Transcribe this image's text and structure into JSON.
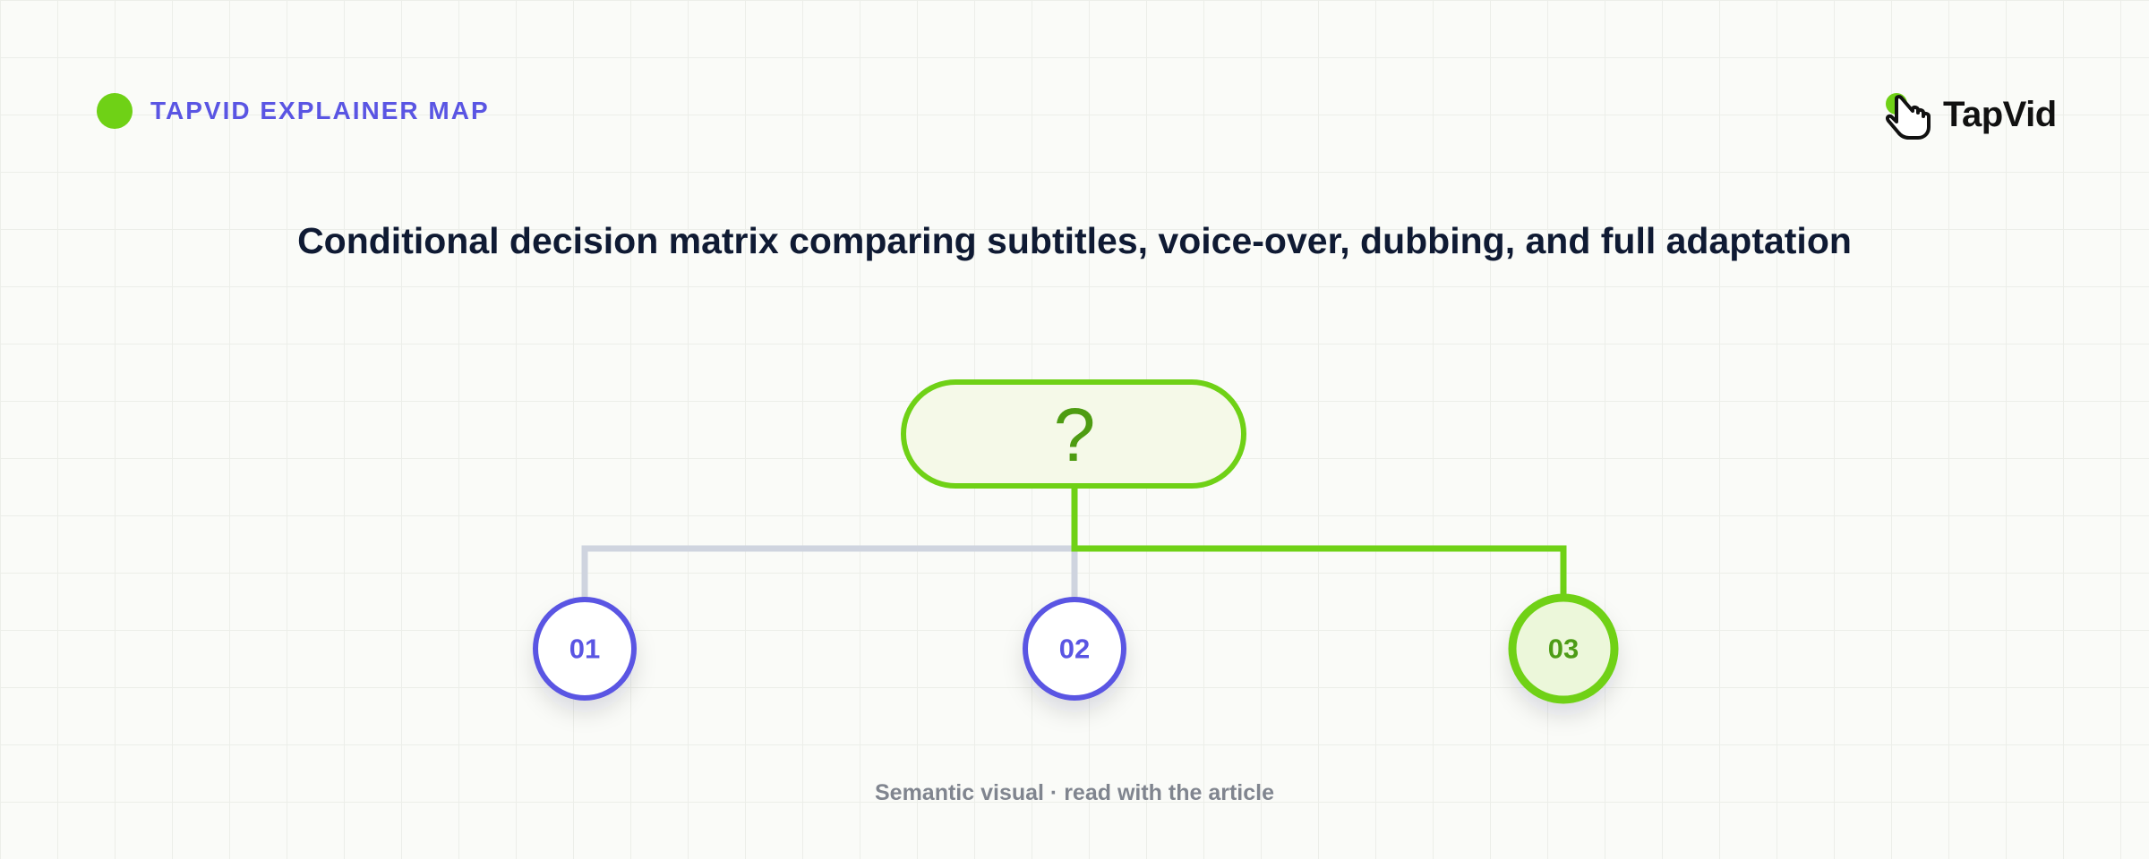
{
  "header": {
    "label": "TAPVID EXPLAINER MAP",
    "logo_text": "TapVid"
  },
  "title": "Conditional decision matrix comparing subtitles, voice-over, dubbing, and full adaptation",
  "diagram": {
    "root": {
      "label": "?"
    },
    "options": [
      {
        "label": "01",
        "highlighted": false
      },
      {
        "label": "02",
        "highlighted": false
      },
      {
        "label": "03",
        "highlighted": true
      }
    ]
  },
  "footer": "Semantic visual · read with the article",
  "colors": {
    "accent_green": "#6fd116",
    "accent_green_dark": "#4e9c12",
    "accent_purple": "#5a55e3",
    "connector_gray": "#cfd4df",
    "root_fill": "#f5f9e8",
    "highlight_fill": "#ecf7da",
    "title": "#0f1a33",
    "footer": "#80858f"
  }
}
